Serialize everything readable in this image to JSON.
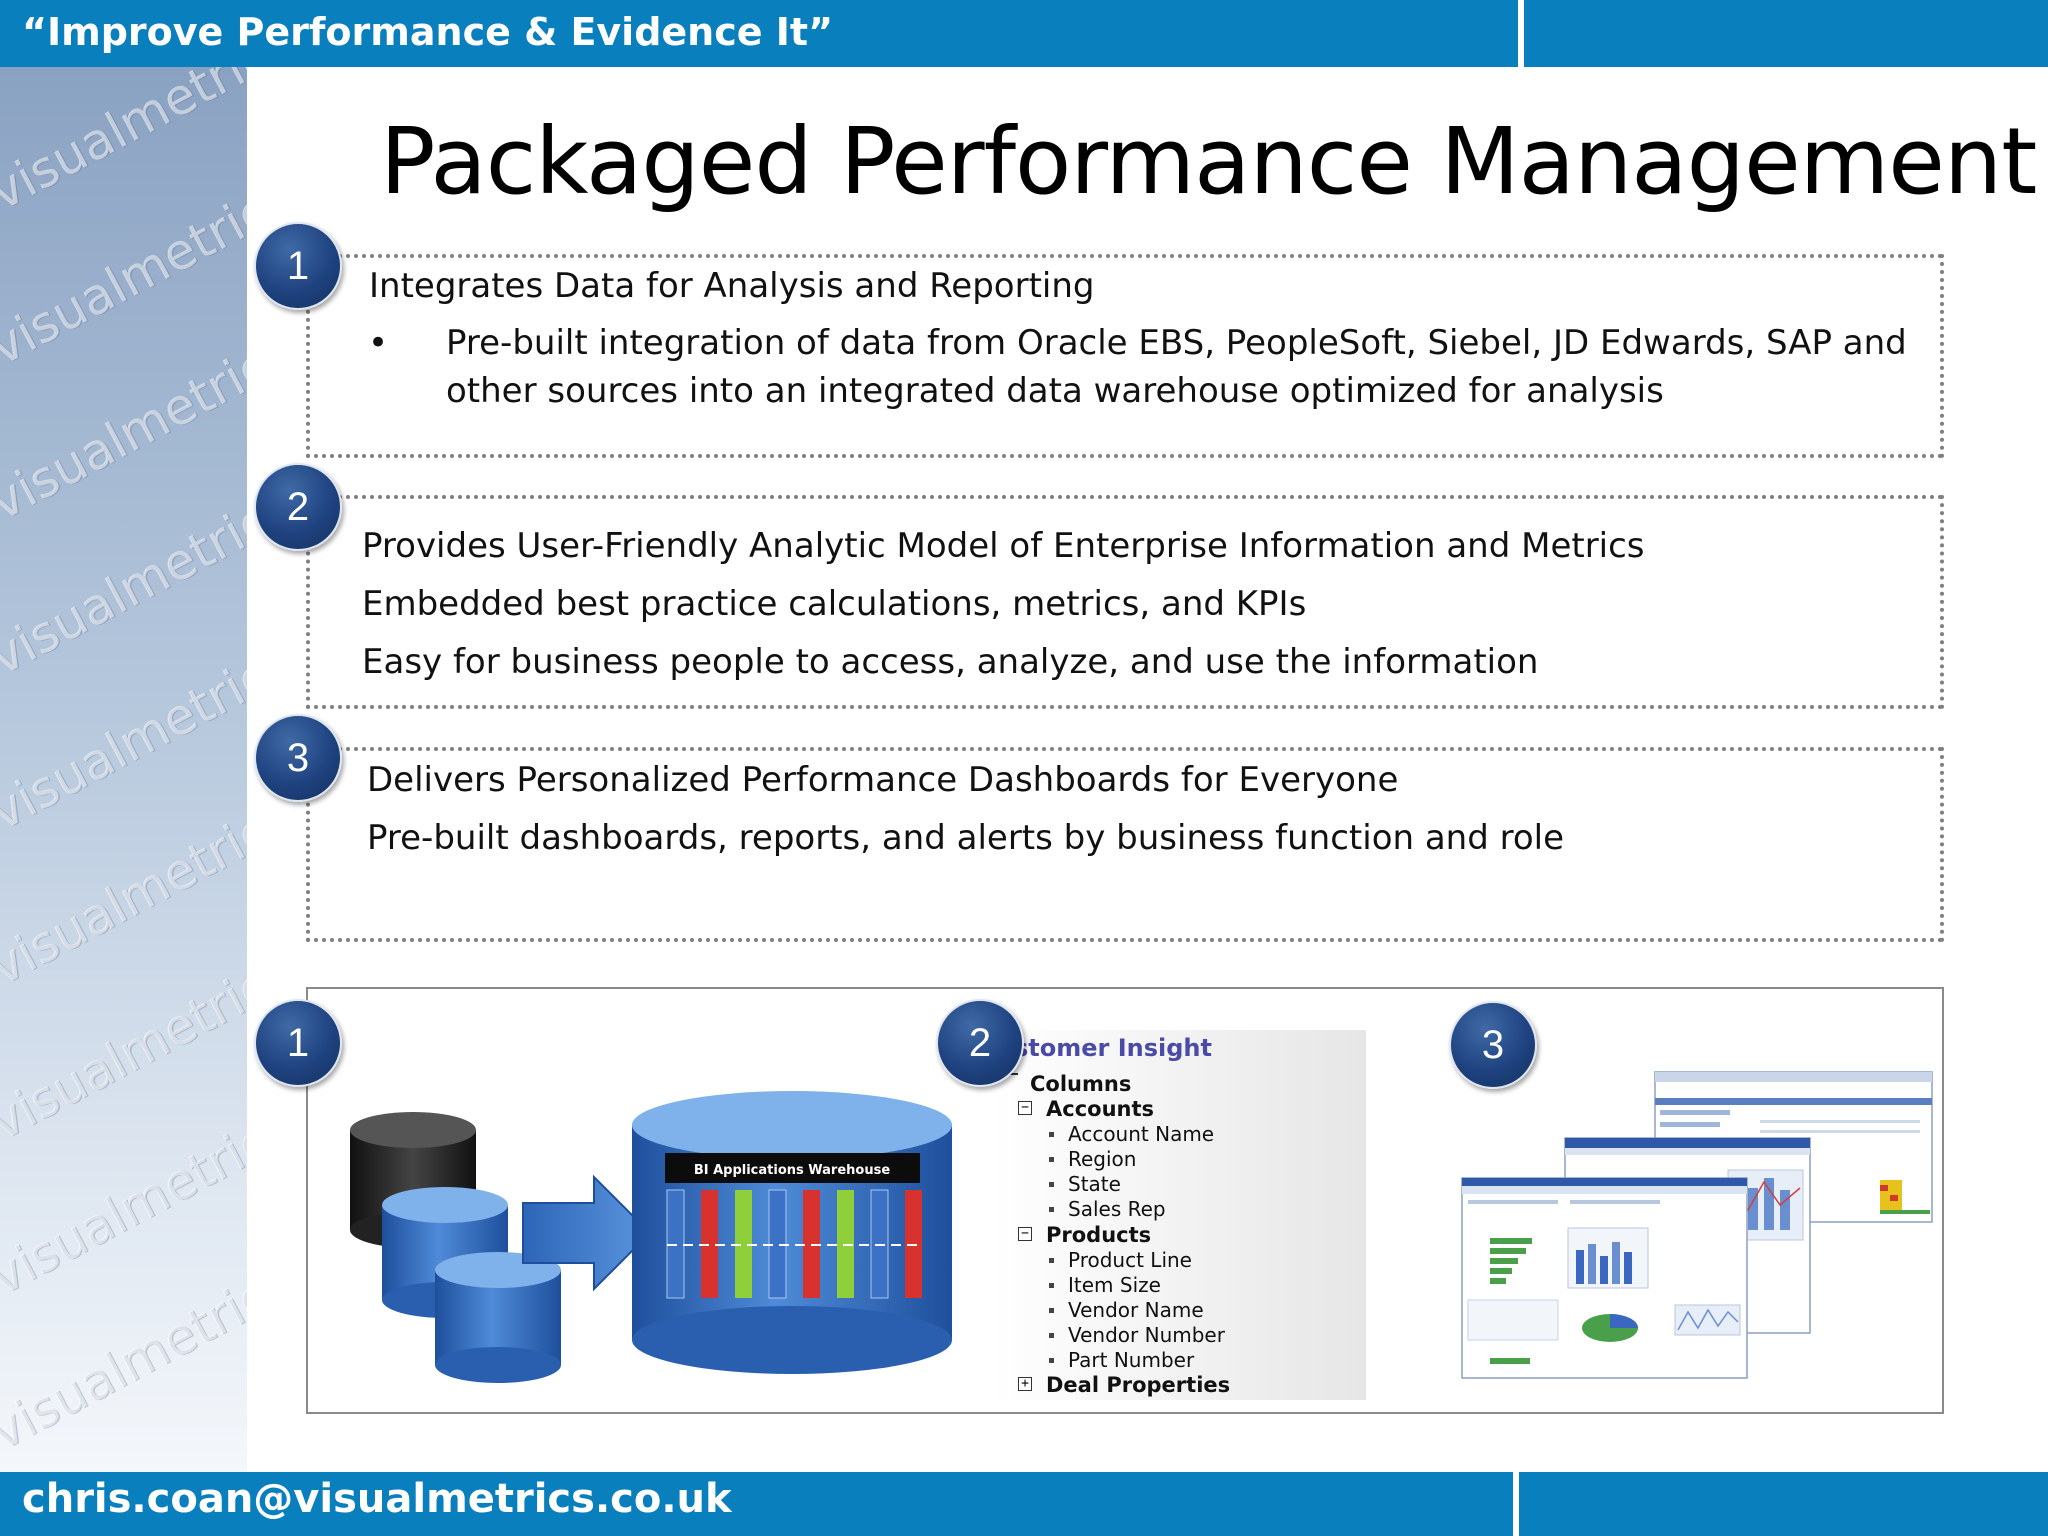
{
  "header": {
    "tagline": "“Improve Performance & Evidence It”"
  },
  "footer": {
    "email": "chris.coan@visualmetrics.co.uk"
  },
  "watermark": "visualmetrics",
  "title": "Packaged Performance Management",
  "points": [
    {
      "number": "1",
      "heading": "Integrates Data for Analysis and Reporting",
      "bullet": "•",
      "lines": [
        "Pre-built integration of data from Oracle EBS, PeopleSoft, Siebel, JD Edwards, SAP and",
        "other sources into an integrated data warehouse optimized for analysis"
      ]
    },
    {
      "number": "2",
      "lines": [
        "Provides User-Friendly Analytic Model of Enterprise Information and Metrics",
        "Embedded best practice calculations, metrics, and KPIs",
        "Easy for business people to access, analyze, and use the information"
      ]
    },
    {
      "number": "3",
      "lines": [
        "Delivers Personalized Performance Dashboards for Everyone",
        "Pre-built dashboards, reports, and alerts by business function and role"
      ]
    }
  ],
  "figure": {
    "markers": [
      "1",
      "2",
      "3"
    ],
    "warehouse_label": "BI Applications Warehouse",
    "tree": {
      "heading": "stomer Insight",
      "columns": "Columns",
      "groups": [
        {
          "name": "Accounts",
          "toggle": "−",
          "items": [
            "Account Name",
            "Region",
            "State",
            "Sales Rep"
          ]
        },
        {
          "name": "Products",
          "toggle": "−",
          "items": [
            "Product Line",
            "Item Size",
            "Vendor Name",
            "Vendor Number",
            "Part Number"
          ]
        },
        {
          "name": "Deal Properties",
          "toggle": "+",
          "items": []
        }
      ]
    },
    "colors": {
      "brand_blue": "#0a7fbd",
      "marker_blue": "#1f4380",
      "cylinder_blue": "#2f6ec2"
    }
  }
}
